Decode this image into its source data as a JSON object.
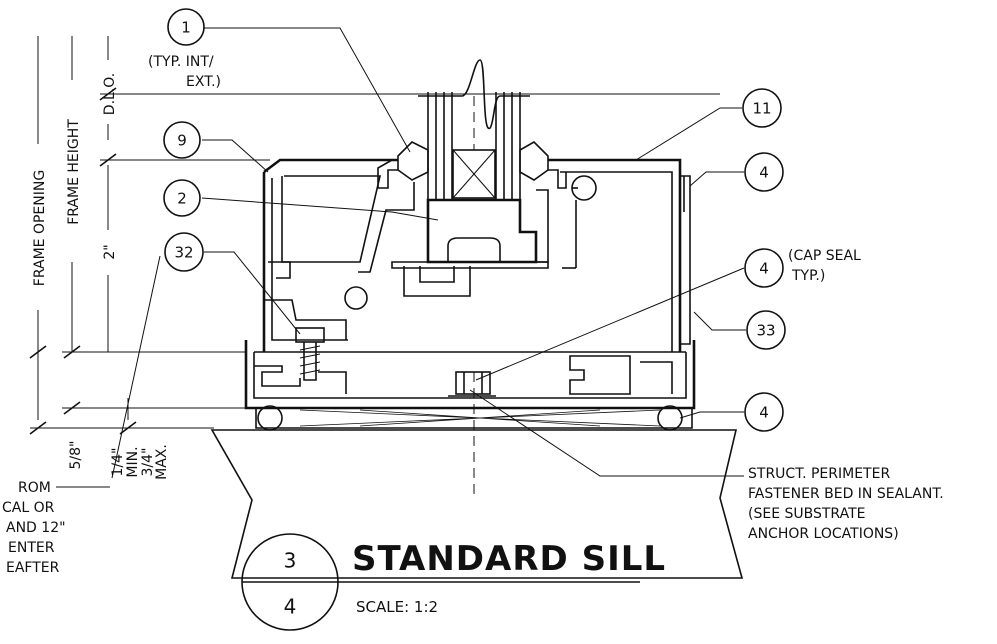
{
  "callouts": {
    "c1": "1",
    "c2": "2",
    "c4a": "4",
    "c4b": "4",
    "c4c": "4",
    "c9": "9",
    "c11": "11",
    "c32": "32",
    "c33": "33"
  },
  "notes": {
    "typ_int_1": "(TYP. INT/",
    "typ_int_2": "EXT.)",
    "cap_seal_1": "(CAP SEAL",
    "cap_seal_2": "TYP.)",
    "struct_1": "STRUCT. PERIMETER",
    "struct_2": "FASTENER BED IN SEALANT.",
    "struct_3": "(SEE SUBSTRATE",
    "struct_4": "ANCHOR LOCATIONS)",
    "left_1": "ROM",
    "left_2": "CAL  OR",
    "left_3": "AND 12\"",
    "left_4": "ENTER",
    "left_5": "EAFTER"
  },
  "dimensions": {
    "frame_opening": "FRAME OPENING",
    "frame_height": "FRAME HEIGHT",
    "dlo": "D.L.O.",
    "two_inch": "2\"",
    "five_eighths": "5/8\"",
    "quarter_min_1": "1/4\"",
    "quarter_min_2": "MIN.",
    "three_quarter_1": "3/4\"",
    "three_quarter_2": "MAX."
  },
  "title_block": {
    "detail_number": "3",
    "sheet_number": "4",
    "title": "STANDARD SILL",
    "scale": "SCALE:  1:2"
  }
}
